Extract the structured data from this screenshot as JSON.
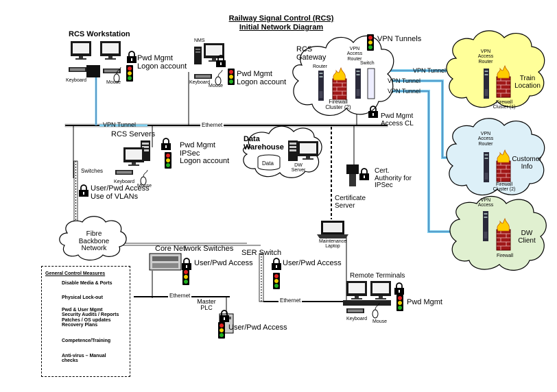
{
  "diagram": {
    "title_line1": "Railway Signal Control  (RCS)",
    "title_line2": "Initial Network Diagram",
    "legend_top_right": "VPN Tunnels",
    "rcs_workstation": {
      "title": "RCS Workstation",
      "keyboard": "Keyboard",
      "mouse": "Mouse",
      "measure": "Pwd Mgmt\nLogon account"
    },
    "nms": {
      "title": "NMS",
      "keyboard": "Keyboard",
      "mouse": "Mouse",
      "measure": "Pwd Mgmt\nLogon account"
    },
    "gateway": {
      "title": "RCS\nGateway",
      "router": "Router",
      "vpn_router": "VPN\nAccess\nRouter",
      "switch": "Switch",
      "firewall": "Firewall\nCluster (2)",
      "measure": "Pwd Mgmt\nAccess CL"
    },
    "backbone": {
      "vpn_tunnel": "VPN Tunnel",
      "ethernet": "Ethernet"
    },
    "vpn_links": [
      "VPN Tunnel",
      "VPN Tunnel",
      "VPN Tunnel"
    ],
    "rcs_servers": {
      "title": "RCS Servers",
      "keyboard": "Keyboard",
      "mouse": "Mouse",
      "measure": "Pwd Mgmt\nIPSec\nLogon account"
    },
    "data_warehouse": {
      "title": "Data\nWarehouse",
      "data": "Data",
      "server": "DW\nServer"
    },
    "cert_authority": {
      "label": "Cert.\nAuthority for\nIPSec",
      "server": "Certificate\nServer"
    },
    "switches": {
      "title": "Switches",
      "measure": "User/Pwd Access\nUse of VLANs"
    },
    "fibre": "Fibre\nBackbone\nNetwork",
    "core_switches": {
      "title": "Core Network Switches",
      "measure": "User/Pwd Access"
    },
    "ser_switch": {
      "title": "SER Switch",
      "measure": "User/Pwd Access"
    },
    "maintenance": "Maintenance\nLaptop",
    "remote_terminals": {
      "title": "Remote Terminals",
      "keyboard": "Keyboard",
      "mouse": "Mouse",
      "measure": "Pwd Mgmt"
    },
    "ethernet_left": "Ethernet",
    "ethernet_right": "Ethernet",
    "plc": {
      "title": "Master\nPLC",
      "measure": "User/Pwd Access"
    },
    "train_location": {
      "title": "Train\nLocation",
      "router": "VPN\nAccess\nRouter",
      "firewall": "Firewall\nCluster (1)"
    },
    "customer_info": {
      "title": "Customer\nInfo",
      "router": "VPN\nAccess\nRouter",
      "firewall": "Firewall\nCluster (2)"
    },
    "dw_client": {
      "title": "DW\nClient",
      "router": "VPN\nAccess",
      "firewall": "Firewall"
    },
    "legend": {
      "title": "General Control Measures",
      "items": [
        "Disable Media & Ports",
        "Physical Lock-out",
        "Pwd & User Mgmt\nSecurity Audits / Reports\nPatches / OS updates\nRecovery Plans",
        "Competence/Training",
        "Anti-virus – Manual\nchecks"
      ]
    }
  },
  "colors": {
    "vpn_line": "#7fd0f0",
    "vpn_line_dark": "#1f4f8f",
    "yellow_cloud": "#ffff99",
    "blue_cloud": "#ddf0f8",
    "green_cloud": "#e0f0d0",
    "firewall_red": "#a01818",
    "flame": "#ffcc00"
  },
  "icons": [
    "workstation-icon",
    "monitor-icon",
    "keyboard-icon",
    "mouse-icon",
    "padlock-icon",
    "traffic-light-icon",
    "server-icon",
    "router-icon",
    "firewall-icon",
    "switch-icon",
    "laptop-icon",
    "cloud-icon",
    "database-icon",
    "no-disk-icon",
    "no-virus-icon"
  ]
}
